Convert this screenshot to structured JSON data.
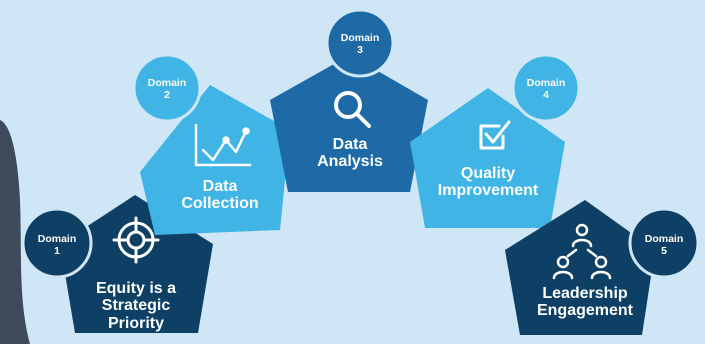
{
  "domains": [
    {
      "badge_lines": [
        "Domain",
        "1"
      ],
      "title_lines": [
        "Equity is a",
        "Strategic",
        "Priority"
      ],
      "icon": "target-crosshair-icon",
      "color": "#0e3f64"
    },
    {
      "badge_lines": [
        "Domain",
        "2"
      ],
      "title_lines": [
        "Data",
        "Collection"
      ],
      "icon": "line-chart-icon",
      "color": "#3fb4e5"
    },
    {
      "badge_lines": [
        "Domain",
        "3"
      ],
      "title_lines": [
        "Data",
        "Analysis"
      ],
      "icon": "magnifier-icon",
      "color": "#1e6aa6"
    },
    {
      "badge_lines": [
        "Domain",
        "4"
      ],
      "title_lines": [
        "Quality",
        "Improvement"
      ],
      "icon": "checkbox-icon",
      "color": "#3fb4e5"
    },
    {
      "badge_lines": [
        "Domain",
        "5"
      ],
      "title_lines": [
        "Leadership",
        "Engagement"
      ],
      "icon": "people-network-icon",
      "color": "#0e3f64"
    }
  ],
  "colors": {
    "background": "#cfe6f6",
    "badge_dark": "#0e3f64",
    "badge_mid": "#1e6aa6",
    "badge_light": "#3fb4e5",
    "text": "#ffffff"
  }
}
